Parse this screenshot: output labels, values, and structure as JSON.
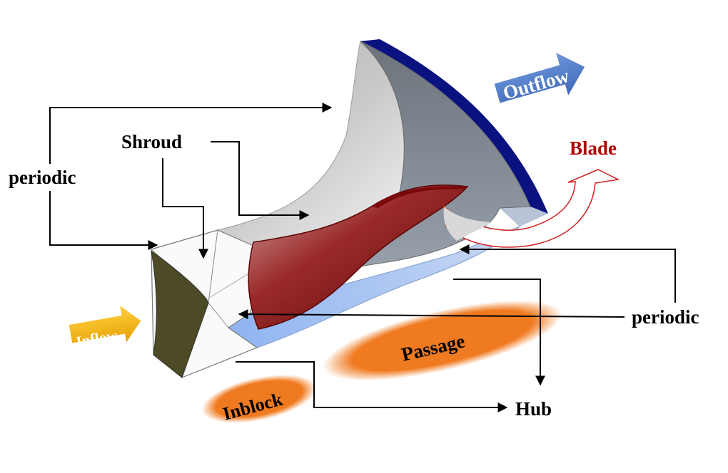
{
  "labels": {
    "periodic_left": "periodic",
    "periodic_right": "periodic",
    "shroud": "Shroud",
    "blade": "Blade",
    "hub": "Hub",
    "outflow": "Outflow",
    "inflow": "Inflow",
    "passage": "Passage",
    "inblock": "Inblock"
  },
  "colors": {
    "outlet_face": "#0a1280",
    "inlet_face": "#4d4a26",
    "blade": "#8b0d0d",
    "blade_label": "#b00000",
    "hub_surface": "#9fc0f5",
    "outflow_arrow": "#4a78c8",
    "inflow_arrow": "#f4b000",
    "zone_ellipse": "#f07a20",
    "leader_line": "#000000"
  }
}
